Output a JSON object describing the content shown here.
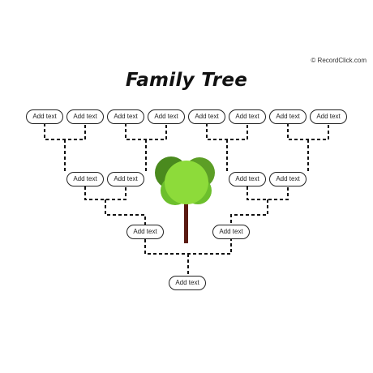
{
  "watermark": "© RecordClick.com",
  "title": "Family Tree",
  "box_label": "Add text",
  "colors": {
    "line": "#111111",
    "leaf_dark": "#4a8a1e",
    "leaf_mid": "#6cbf2c",
    "leaf_light": "#8ddb3a",
    "trunk": "#5a1a12"
  }
}
